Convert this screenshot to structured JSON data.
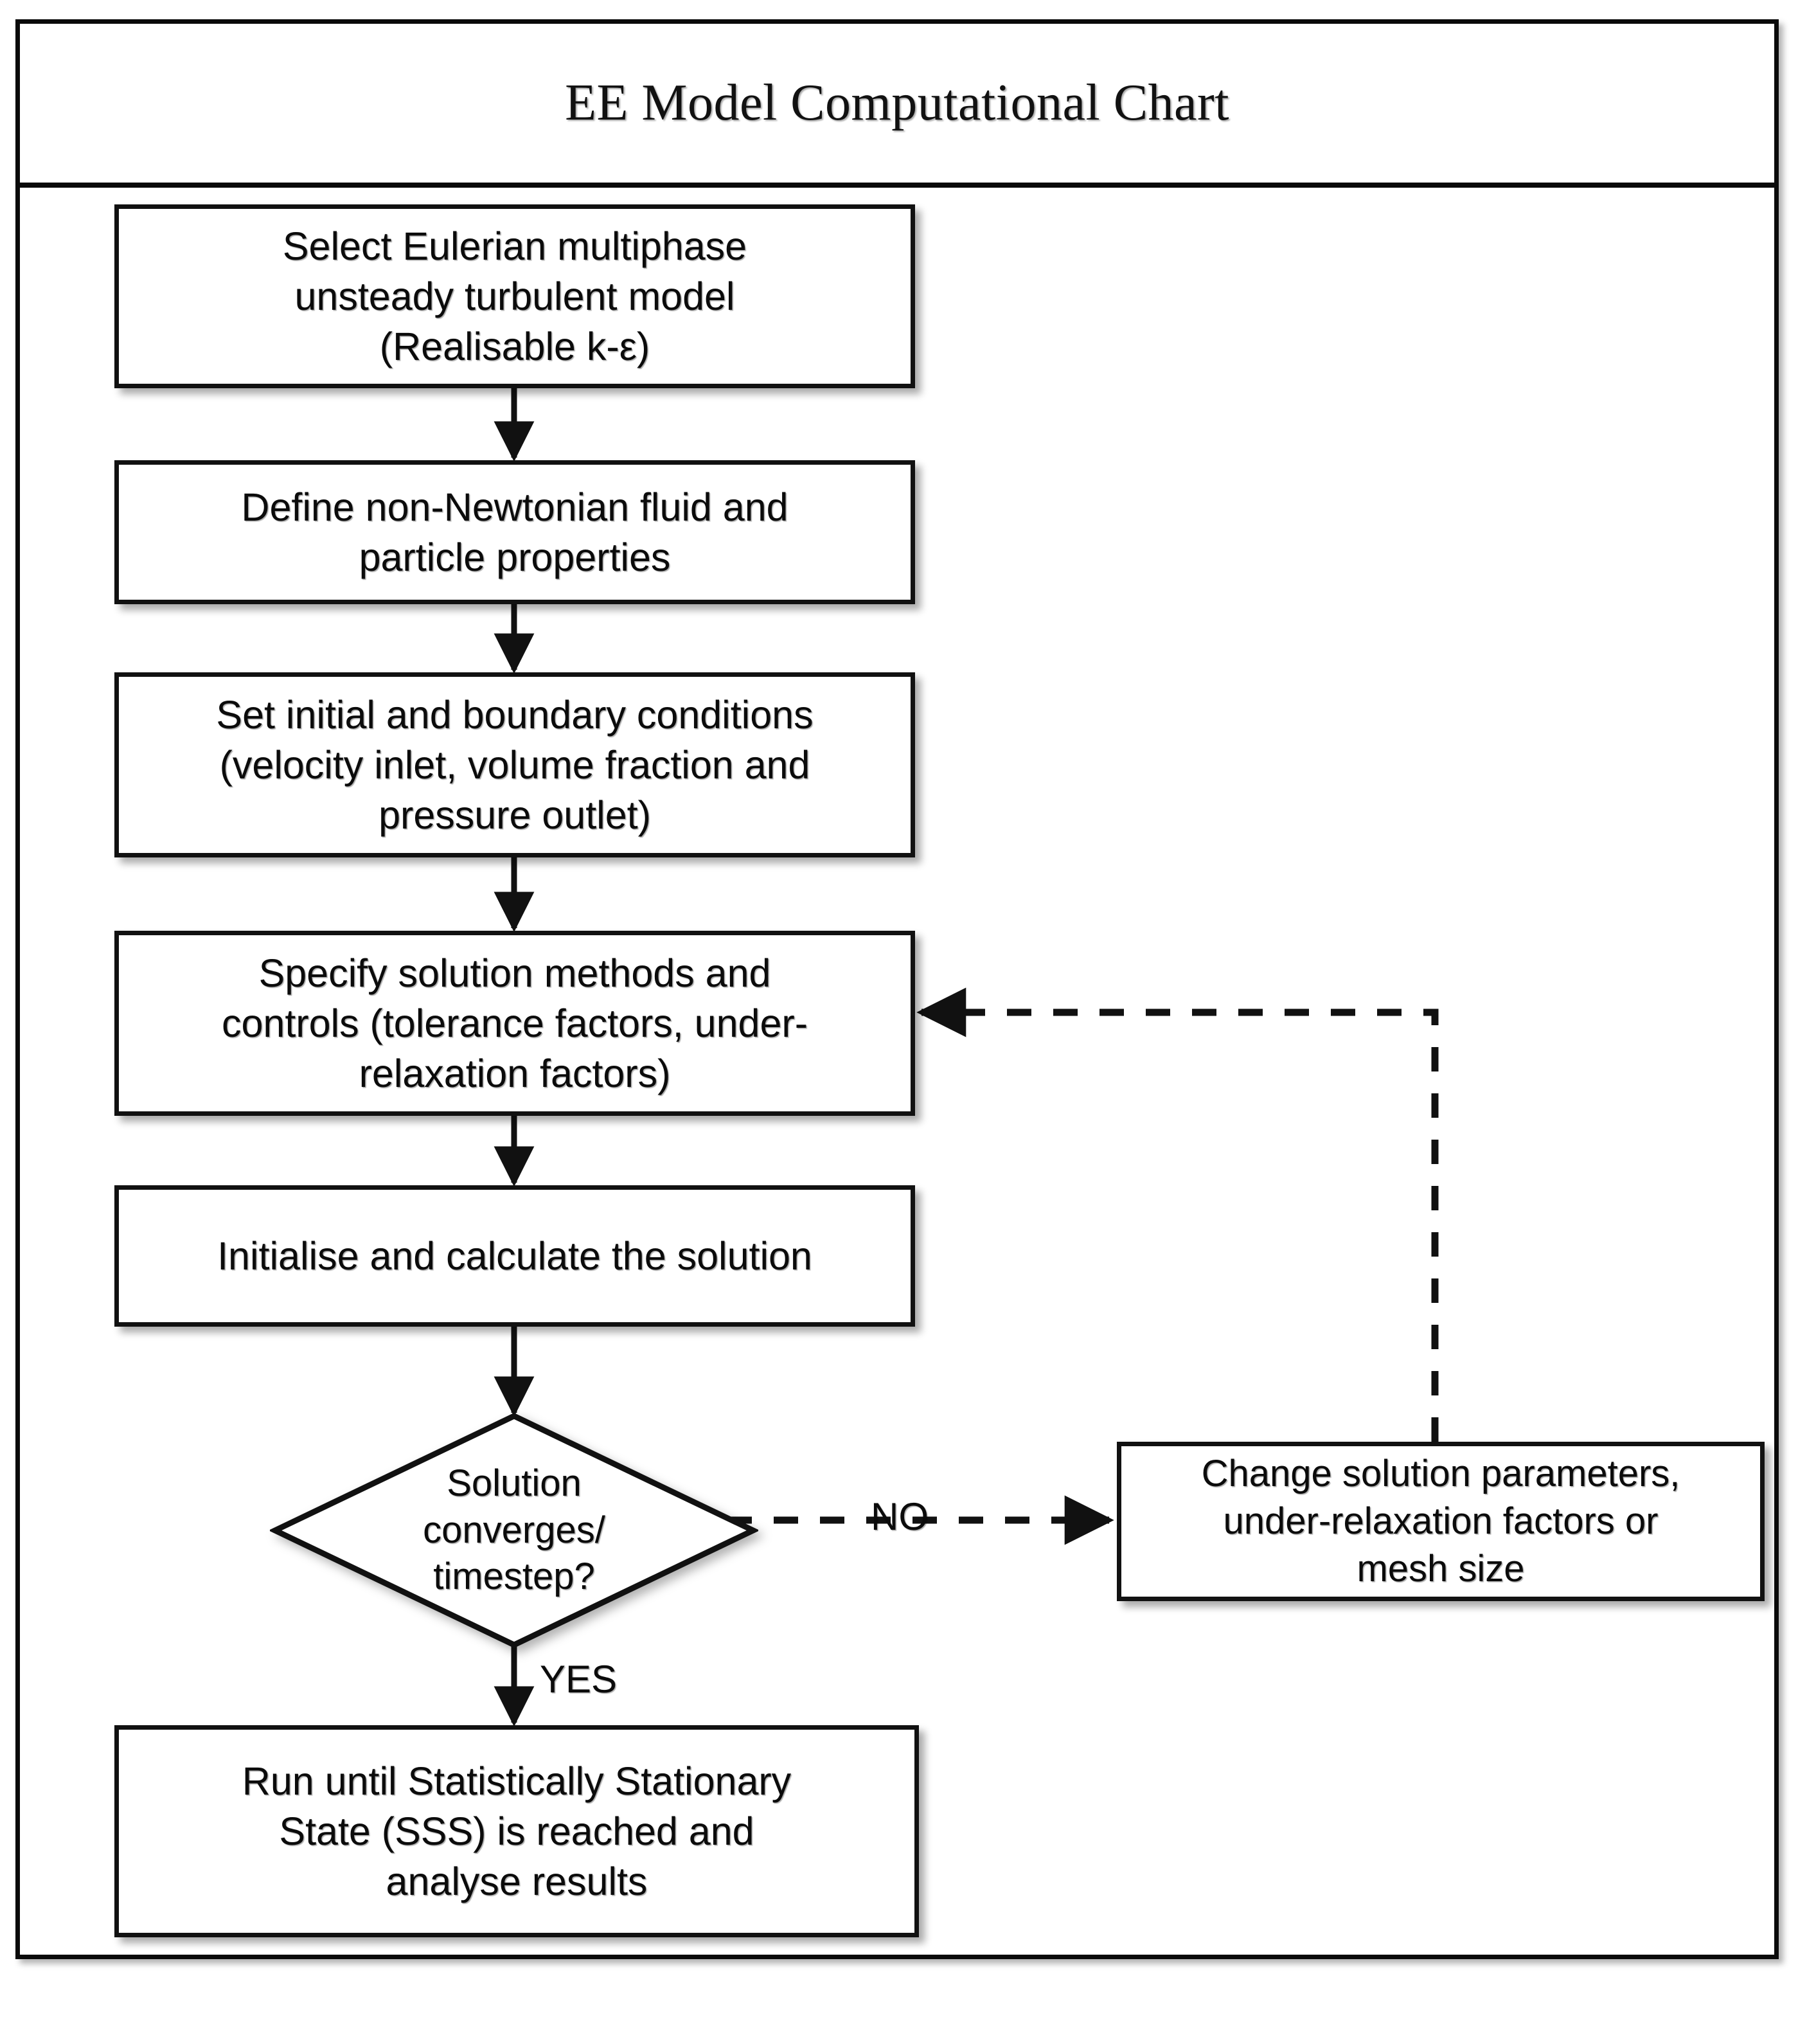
{
  "header": {
    "title": "EE Model Computational Chart"
  },
  "flowchart": {
    "type": "flowchart",
    "nodes": [
      {
        "id": "select-model",
        "shape": "process",
        "text": "Select Eulerian multiphase\nunsteady turbulent model\n(Realisable k-ε)"
      },
      {
        "id": "define-fluid",
        "shape": "process",
        "text": "Define non-Newtonian fluid and\nparticle properties"
      },
      {
        "id": "set-conditions",
        "shape": "process",
        "text": "Set initial and boundary conditions\n(velocity inlet, volume fraction and\npressure outlet)"
      },
      {
        "id": "specify-solution",
        "shape": "process",
        "text": "Specify solution methods and\ncontrols (tolerance factors, under-\nrelaxation factors)"
      },
      {
        "id": "initialise",
        "shape": "process",
        "text": "Initialise and calculate the solution"
      },
      {
        "id": "converge-decision",
        "shape": "decision",
        "text": "Solution\nconverges/\ntimestep?"
      },
      {
        "id": "change-parameters",
        "shape": "process",
        "text": "Change solution parameters,\nunder-relaxation factors or\nmesh size"
      },
      {
        "id": "run-sss",
        "shape": "process",
        "text": "Run until Statistically Stationary\nState (SSS) is reached and\nanalyse results"
      }
    ],
    "edges": [
      {
        "from": "select-model",
        "to": "define-fluid",
        "label": "",
        "style": "solid"
      },
      {
        "from": "define-fluid",
        "to": "set-conditions",
        "label": "",
        "style": "solid"
      },
      {
        "from": "set-conditions",
        "to": "specify-solution",
        "label": "",
        "style": "solid"
      },
      {
        "from": "specify-solution",
        "to": "initialise",
        "label": "",
        "style": "solid"
      },
      {
        "from": "initialise",
        "to": "converge-decision",
        "label": "",
        "style": "solid"
      },
      {
        "from": "converge-decision",
        "to": "change-parameters",
        "label": "NO",
        "style": "dashed"
      },
      {
        "from": "converge-decision",
        "to": "run-sss",
        "label": "YES",
        "style": "solid"
      },
      {
        "from": "change-parameters",
        "to": "specify-solution",
        "label": "",
        "style": "dashed"
      }
    ],
    "labels": {
      "no": "NO",
      "yes": "YES"
    },
    "colors": {
      "stroke": "#111111",
      "fill": "#ffffff",
      "text": "#0b0b0b"
    }
  }
}
